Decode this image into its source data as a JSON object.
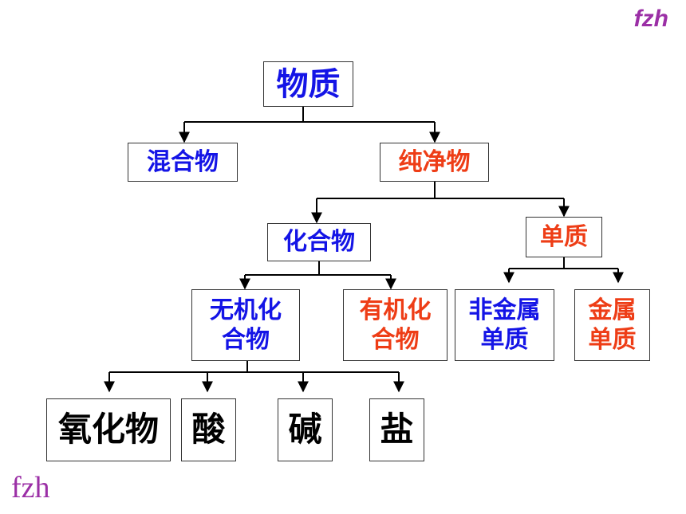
{
  "brand": {
    "top": "fzh",
    "bottom": "fzh"
  },
  "nodes": {
    "root": "物质",
    "mixture": "混合物",
    "pure": "纯净物",
    "compound": "化合物",
    "element": "单质",
    "inorganic": "无机化\n合物",
    "organic": "有机化\n合物",
    "nonmetal": "非金属\n单质",
    "metal": "金属\n单质",
    "oxide": "氧化物",
    "acid": "酸",
    "base": "碱",
    "salt": "盐"
  },
  "colors": {
    "blue": "#1414e6",
    "red": "#ee3d16",
    "black": "#000000",
    "brand": "#9b2fa6",
    "line": "#000000"
  }
}
